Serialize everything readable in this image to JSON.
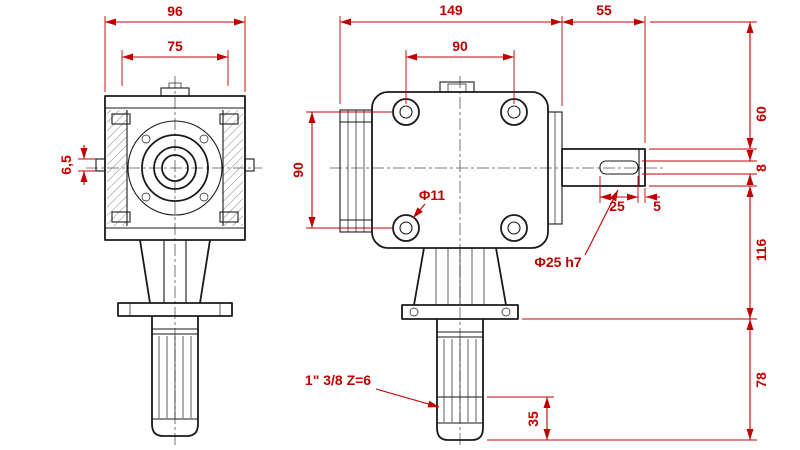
{
  "colors": {
    "dimension": "#c00000",
    "outline": "#1a1a1a",
    "background": "#ffffff"
  },
  "left_view": {
    "dims": {
      "overall_width": "96",
      "inner_width": "75",
      "side_tab": "6,5"
    }
  },
  "right_view": {
    "dims": {
      "body_width": "149",
      "shaft_length": "55",
      "bolt_spacing_horizontal": "90",
      "bolt_spacing_vertical": "90",
      "bolt_hole_dia": "Φ11",
      "output_shaft_dia": "Φ25 h7",
      "top_to_shaft": "60",
      "key_width": "8",
      "key_length": "25",
      "key_end_offset": "5",
      "shaft_to_flange": "116",
      "flange_to_tip": "78",
      "spline_end": "35",
      "spline_spec": "1\" 3/8  Z=6"
    }
  }
}
